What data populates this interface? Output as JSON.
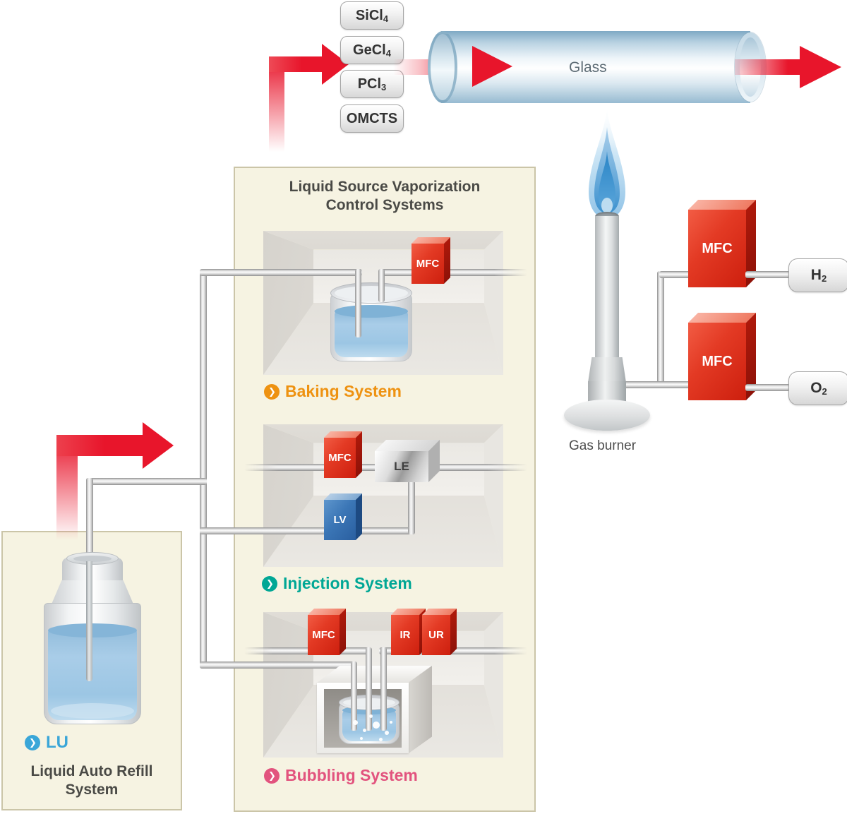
{
  "top": {
    "chemicals": [
      {
        "main": "SiCl",
        "sub": "4"
      },
      {
        "main": "GeCl",
        "sub": "4"
      },
      {
        "main": "PCl",
        "sub": "3"
      },
      {
        "main": "OMCTS",
        "sub": ""
      }
    ],
    "glass_label": "Glass"
  },
  "burner_assembly": {
    "burner_label": "Gas burner",
    "mfc_h2_label": "MFC",
    "mfc_o2_label": "MFC",
    "h2": {
      "main": "H",
      "sub": "2"
    },
    "o2": {
      "main": "O",
      "sub": "2"
    }
  },
  "vaporization_panel": {
    "title_line1": "Liquid Source Vaporization",
    "title_line2": "Control Systems",
    "baking": {
      "label": "Baking System",
      "mfc_label": "MFC",
      "accent": "#ee9211"
    },
    "injection": {
      "label": "Injection System",
      "mfc_label": "MFC",
      "le_label": "LE",
      "lv_label": "LV",
      "accent": "#00a795"
    },
    "bubbling": {
      "label": "Bubbling System",
      "mfc_label": "MFC",
      "ir_label": "IR",
      "ur_label": "UR",
      "accent": "#e2537e"
    }
  },
  "refill_panel": {
    "lu_label": "LU",
    "title_line1": "Liquid Auto Refill",
    "title_line2": "System",
    "accent": "#3aa6d8"
  },
  "icons": {
    "chevron": "❯"
  },
  "colors": {
    "arrow_red": "#e8152b",
    "mfc_red": "#d92411",
    "lv_blue": "#3672b4",
    "le_silver": "#c9c9c9",
    "panel_bg": "#f6f3e2",
    "flame_blue": "#2f8ccb",
    "liquid_blue": "#9cc6e4"
  }
}
